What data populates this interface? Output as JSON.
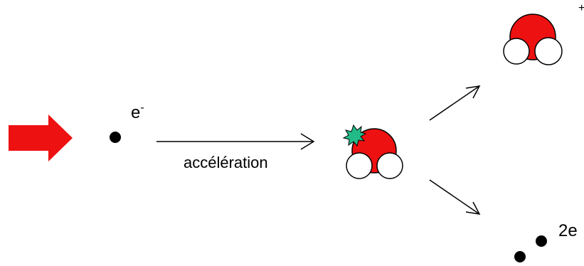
{
  "labels": {
    "electron": "e",
    "electron_charge": "-",
    "arrow_text": "accélération",
    "ion_charge": "+",
    "electrons_out": "2e"
  },
  "colors": {
    "incoming_arrow": "#ee1111",
    "oxygen": "#ee1111",
    "hydrogen": "#ffffff",
    "impact_star": "#22bb88",
    "electron": "#000000",
    "arrow": "#000000"
  }
}
